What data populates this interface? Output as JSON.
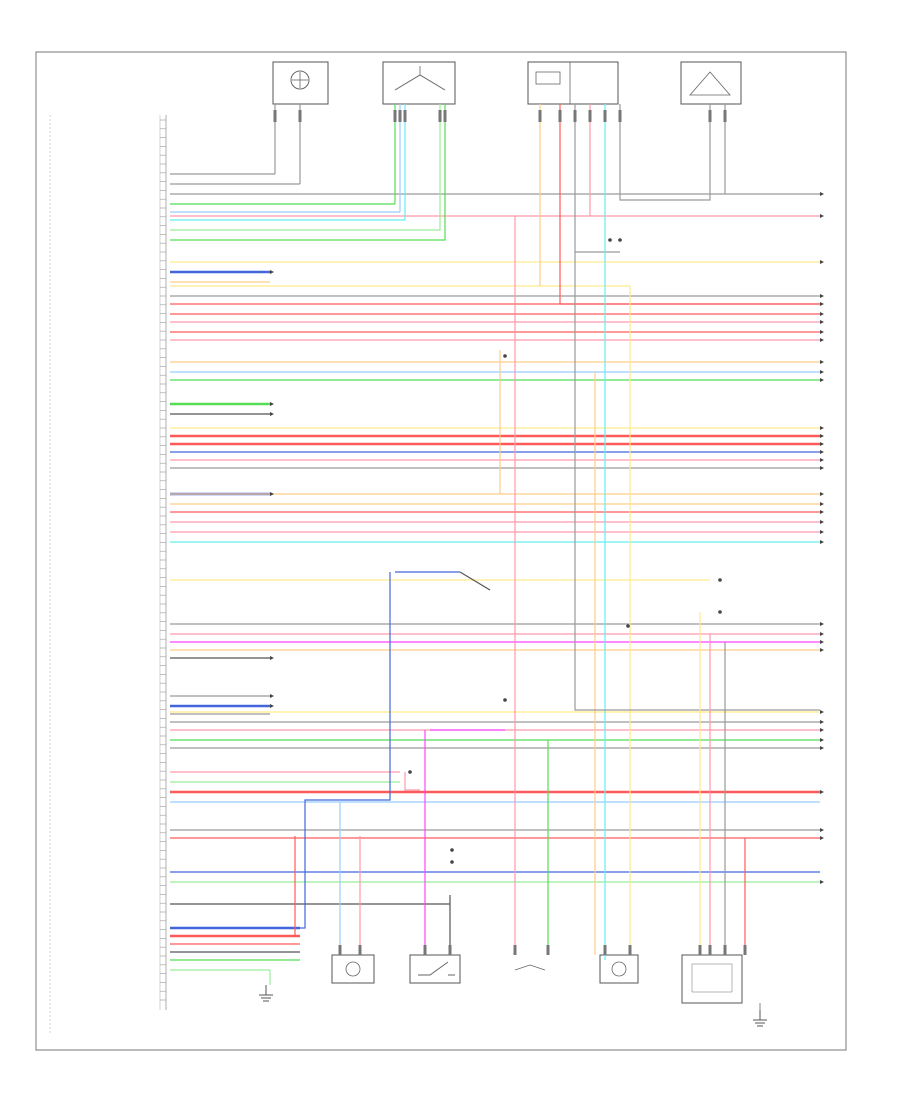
{
  "diagram": {
    "footer_code": "",
    "colors": {
      "wire_gray": "#9a9a9a",
      "wire_red": "#ff5a5a",
      "wire_pink": "#ff99aa",
      "wire_blue": "#4466dd",
      "wire_light_blue": "#99ccff",
      "wire_green": "#55dd55",
      "wire_light_green": "#99ee99",
      "wire_yellow": "#ffe98a",
      "wire_orange": "#ffcc88",
      "wire_cyan": "#66eeee",
      "wire_magenta": "#ff44ff",
      "wire_dark": "#555555"
    },
    "components": [
      {
        "id": "sensor-top-1",
        "icon": "sensor-icon"
      },
      {
        "id": "sensor-top-2",
        "icon": "sensor-icon"
      },
      {
        "id": "sensor-top-3",
        "icon": "connector-icon"
      },
      {
        "id": "sensor-top-4",
        "icon": "sensor-icon"
      },
      {
        "id": "bottom-sensor-1",
        "icon": "sensor-icon"
      },
      {
        "id": "bottom-switch-2",
        "icon": "switch-icon"
      },
      {
        "id": "bottom-sensor-3",
        "icon": "sensor-icon"
      },
      {
        "id": "bottom-sensor-4",
        "icon": "sensor-icon"
      },
      {
        "id": "bottom-module-5",
        "icon": "module-icon"
      },
      {
        "id": "ground-1",
        "icon": "ground-icon"
      },
      {
        "id": "ground-2",
        "icon": "ground-icon"
      }
    ]
  }
}
